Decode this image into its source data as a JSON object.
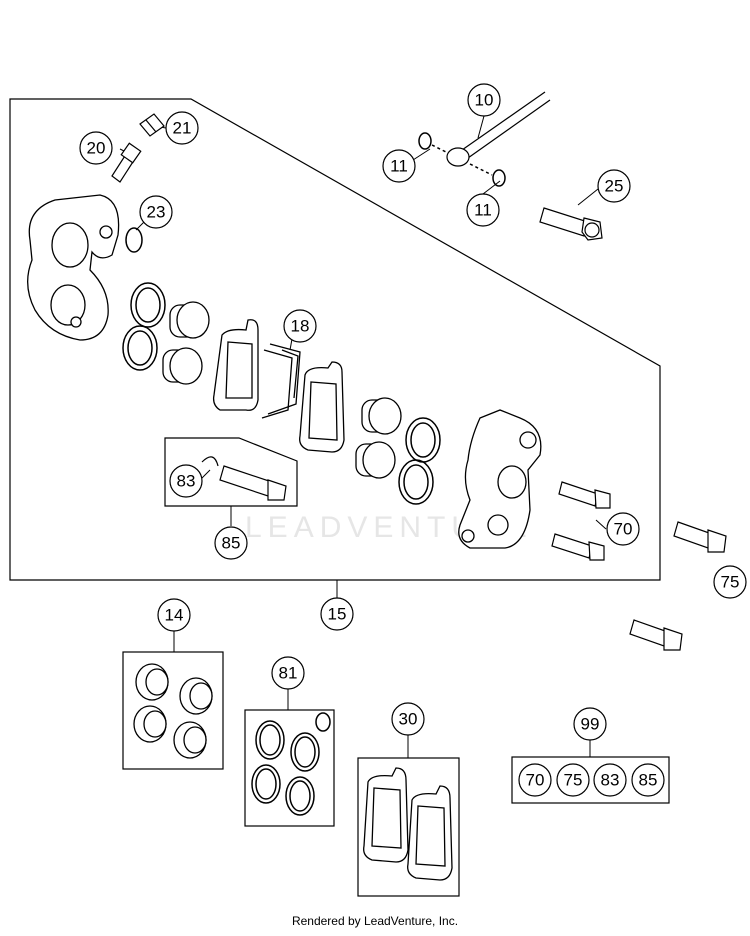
{
  "watermark": "LEADVENTURE",
  "footer": "Rendered by LeadVenture, Inc.",
  "callouts": {
    "c10": "10",
    "c11a": "11",
    "c11b": "11",
    "c25": "25",
    "c20": "20",
    "c21": "21",
    "c23": "23",
    "c18": "18",
    "c83": "83",
    "c85": "85",
    "c70": "70",
    "c75": "75",
    "c15": "15",
    "c14": "14",
    "c81": "81",
    "c30": "30",
    "c99": "99",
    "k70": "70",
    "k75": "75",
    "k83": "83",
    "k85": "85"
  }
}
